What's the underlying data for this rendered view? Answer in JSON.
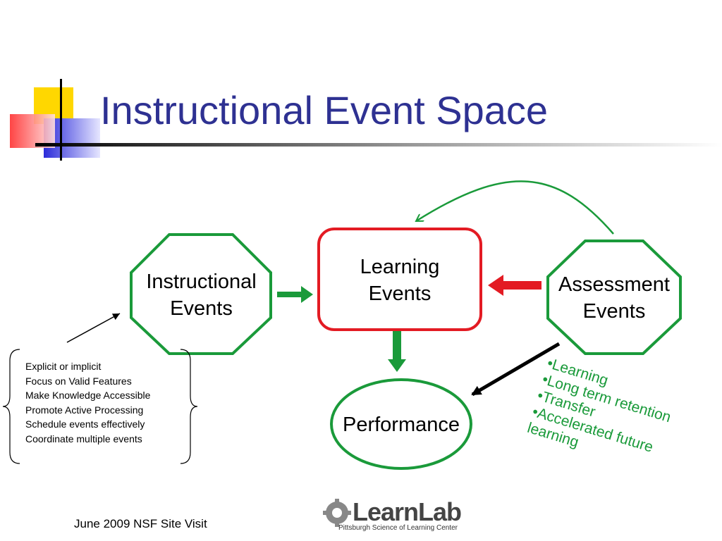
{
  "slide": {
    "title": "Instructional Event Space",
    "footer": "June 2009 NSF Site Visit"
  },
  "nodes": {
    "instructional": {
      "line1": "Instructional",
      "line2": "Events"
    },
    "learning": {
      "line1": "Learning",
      "line2": "Events"
    },
    "assessment": {
      "line1": "Assessment",
      "line2": "Events"
    },
    "performance": {
      "label": "Performance"
    }
  },
  "instruction_principles": [
    "Explicit or implicit",
    "Focus on Valid Features",
    "Make Knowledge Accessible",
    "Promote Active Processing",
    "Schedule events effectively",
    "Coordinate multiple events"
  ],
  "learning_outcomes": [
    "•Learning",
    "•Long term retention",
    "•Transfer",
    "•Accelerated future",
    "learning"
  ],
  "logo": {
    "wordmark": "LearnLab",
    "subtitle": "Pittsburgh Science of Learning Center"
  },
  "colors": {
    "title": "#2E3192",
    "green": "#1A9A3A",
    "red": "#E31B23",
    "yellow": "#FFD700",
    "blue": "#2B2BD9"
  }
}
